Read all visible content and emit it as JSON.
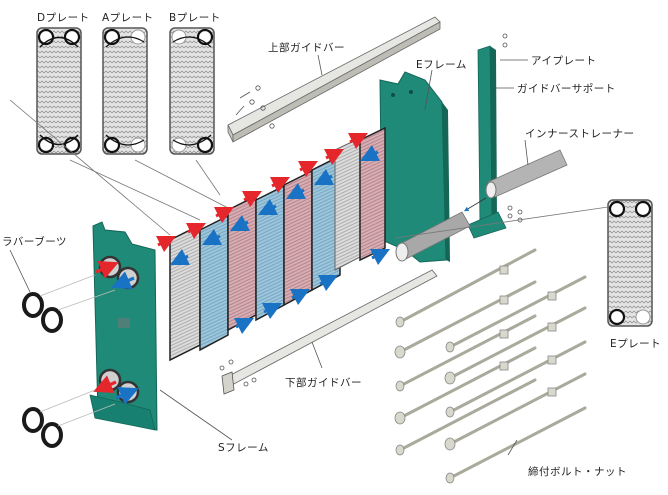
{
  "diagram": {
    "title": "",
    "colors": {
      "frame_green": "#1f8a78",
      "frame_green_dark": "#146657",
      "hot_arrow": "#e5262b",
      "cold_arrow": "#1a72c4",
      "plate_blue": "#9cc6dc",
      "plate_pink": "#d8aeb4",
      "plate_gray": "#d8d8d8",
      "bar_gray": "#d9d9d4",
      "bolt_gray": "#cfcfc4"
    },
    "labels": {
      "d_plate": "Dプレート",
      "a_plate": "Aプレート",
      "b_plate": "Bプレート",
      "upper_guide_bar": "上部ガイドバー",
      "e_frame": "Eフレーム",
      "eye_plate": "アイプレート",
      "guide_bar_support": "ガイドバーサポート",
      "inner_strainer": "インナーストレーナー",
      "rubber_boots": "ラバーブーツ",
      "e_plate": "Eプレート",
      "lower_guide_bar": "下部ガイドバー",
      "s_frame": "Sフレーム",
      "tie_bolts_nuts": "締付ボルト・ナット"
    },
    "components": [
      {
        "id": "d_plate",
        "name": "Dプレート"
      },
      {
        "id": "a_plate",
        "name": "Aプレート"
      },
      {
        "id": "b_plate",
        "name": "Bプレート"
      },
      {
        "id": "e_plate",
        "name": "Eプレート"
      },
      {
        "id": "s_frame",
        "name": "Sフレーム"
      },
      {
        "id": "e_frame",
        "name": "Eフレーム"
      },
      {
        "id": "upper_guide_bar",
        "name": "上部ガイドバー"
      },
      {
        "id": "lower_guide_bar",
        "name": "下部ガイドバー"
      },
      {
        "id": "guide_bar_support",
        "name": "ガイドバーサポート"
      },
      {
        "id": "eye_plate",
        "name": "アイプレート"
      },
      {
        "id": "inner_strainer",
        "name": "インナーストレーナー"
      },
      {
        "id": "rubber_boots",
        "name": "ラバーブーツ"
      },
      {
        "id": "tie_bolts_nuts",
        "name": "締付ボルト・ナット"
      }
    ]
  }
}
